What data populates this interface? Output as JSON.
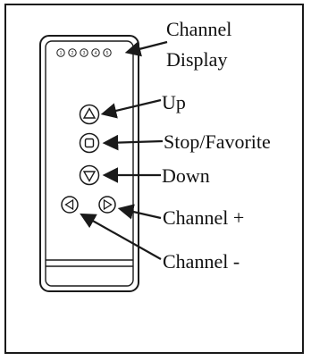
{
  "labels": {
    "channel_display_line1": "Channel",
    "channel_display_line2": "Display",
    "up": "Up",
    "stop_favorite": "Stop/Favorite",
    "down": "Down",
    "channel_plus": "Channel +",
    "channel_minus": "Channel -"
  },
  "channel_leds": [
    "1",
    "2",
    "3",
    "4",
    "5"
  ],
  "icons": {
    "up_button": "triangle-up-icon",
    "stop_button": "square-icon",
    "down_button": "triangle-down-icon",
    "left_button": "triangle-left-icon",
    "right_button": "triangle-right-icon"
  }
}
